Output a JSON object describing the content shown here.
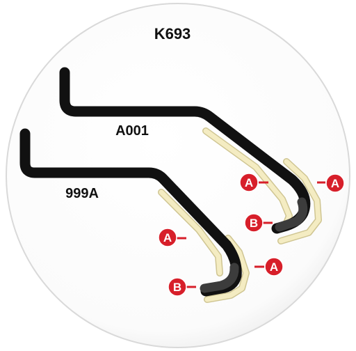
{
  "title": "K693",
  "parts": [
    {
      "label": "A001"
    },
    {
      "label": "999A"
    }
  ],
  "markers": {
    "a": "A",
    "b": "B"
  },
  "colors": {
    "wire": "#111111",
    "tip": "#3a3a3a",
    "coating": "#f4ecc2",
    "coating_edge": "#d9cf9c",
    "marker": "#d71f2a",
    "disc_edge": "#d8d8d8",
    "background": "#ffffff"
  }
}
